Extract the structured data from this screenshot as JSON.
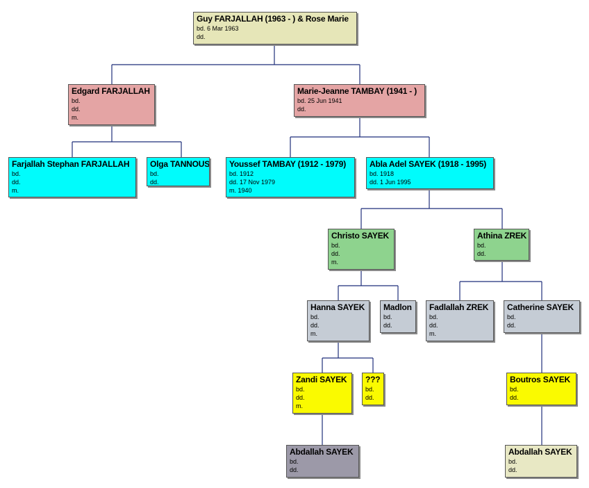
{
  "colors": {
    "connector": "#1f2f7a",
    "khaki": "#e6e6b8",
    "rose": "#e4a4a4",
    "cyan": "#00fcfc",
    "green": "#8ed38e",
    "slate": "#c5ccd5",
    "yellow": "#fafa00",
    "mauve": "#9c99a8",
    "ivory": "#e8e8c4"
  },
  "people": {
    "guy": {
      "name": "Guy FARJALLAH (1963 - ) & Rose Marie",
      "lines": [
        "bd. 6 Mar 1963",
        "dd."
      ]
    },
    "edgard": {
      "name": "Edgard FARJALLAH",
      "lines": [
        "bd.",
        "dd.",
        "m."
      ]
    },
    "mariej": {
      "name": "Marie-Jeanne TAMBAY (1941 - )",
      "lines": [
        "bd. 25 Jun 1941",
        "dd."
      ]
    },
    "farjallah": {
      "name": "Farjallah Stephan FARJALLAH",
      "lines": [
        "bd.",
        "dd.",
        "m."
      ]
    },
    "olga": {
      "name": "Olga TANNOUS",
      "lines": [
        "bd.",
        "dd."
      ]
    },
    "youssef": {
      "name": "Youssef TAMBAY (1912 - 1979)",
      "lines": [
        "bd. 1912",
        "dd. 17 Nov 1979",
        "m. 1940"
      ]
    },
    "abla": {
      "name": "Abla Adel SAYEK (1918 - 1995)",
      "lines": [
        "bd. 1918",
        "dd. 1 Jun 1995"
      ]
    },
    "christo": {
      "name": "Christo SAYEK",
      "lines": [
        "bd.",
        "dd.",
        "m."
      ]
    },
    "athina": {
      "name": "Athina ZREK",
      "lines": [
        "bd.",
        "dd."
      ]
    },
    "hanna": {
      "name": "Hanna SAYEK",
      "lines": [
        "bd.",
        "dd.",
        "m."
      ]
    },
    "madlon": {
      "name": "Madlon",
      "lines": [
        "bd.",
        "dd."
      ]
    },
    "fadlallah": {
      "name": "Fadlallah ZREK",
      "lines": [
        "bd.",
        "dd.",
        "m."
      ]
    },
    "catherine": {
      "name": "Catherine SAYEK",
      "lines": [
        "bd.",
        "dd."
      ]
    },
    "zandi": {
      "name": "Zandi SAYEK",
      "lines": [
        "bd.",
        "dd.",
        "m."
      ]
    },
    "unknown": {
      "name": "???",
      "lines": [
        "bd.",
        "dd."
      ]
    },
    "boutros": {
      "name": "Boutros SAYEK",
      "lines": [
        "bd.",
        "dd."
      ]
    },
    "abdallah1": {
      "name": "Abdallah SAYEK",
      "lines": [
        "bd.",
        "dd."
      ]
    },
    "abdallah2": {
      "name": "Abdallah SAYEK",
      "lines": [
        "bd.",
        "dd."
      ]
    }
  }
}
